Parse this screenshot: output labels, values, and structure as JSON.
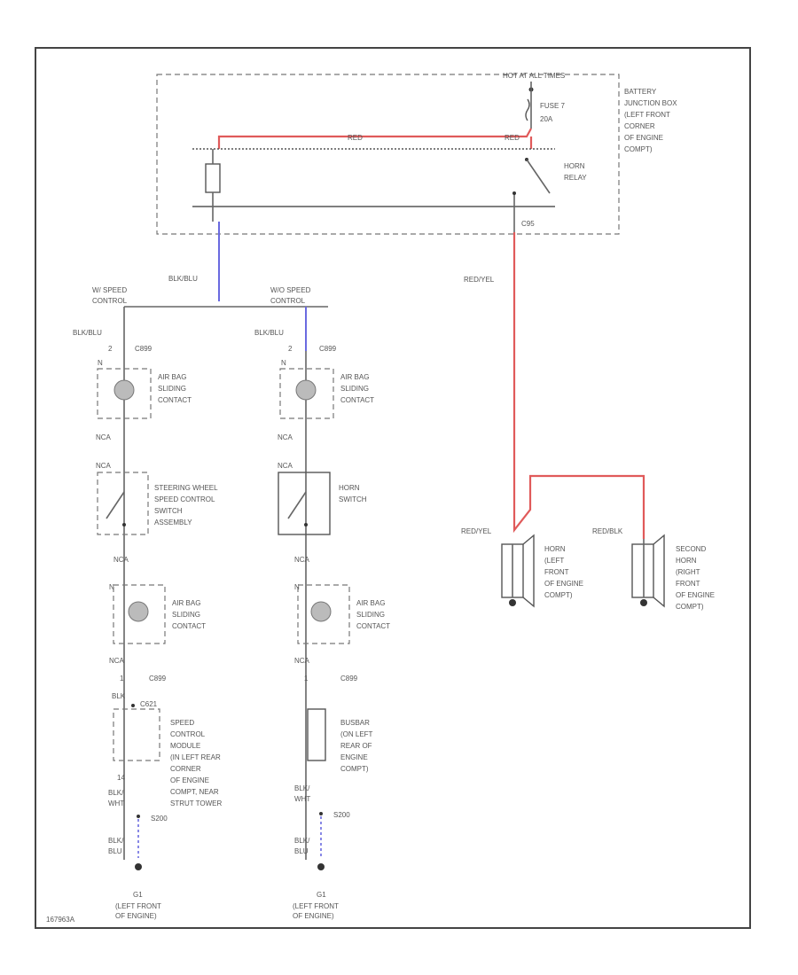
{
  "junction_box": {
    "hot_label": "HOT AT ALL TIMES",
    "fuse_line1": "FUSE 7",
    "fuse_line2": "20A",
    "title_lines": [
      "BATTERY",
      "JUNCTION BOX",
      "(LEFT FRONT",
      "CORNER",
      "OF ENGINE",
      "COMPT)"
    ],
    "relay_label_lines": [
      "HORN",
      "RELAY"
    ],
    "red_wire_label": "RED",
    "red_wire_label2": "RED",
    "connector_c95": "C95"
  },
  "wires": {
    "blk_blu_top": "BLK/BLU",
    "red_yel_top": "RED/YEL",
    "w_speed_control": [
      "W/ SPEED",
      "CONTROL"
    ],
    "wo_speed_control": [
      "W/O SPEED",
      "CONTROL"
    ],
    "blk_blu_left": "BLK/BLU",
    "blk_blu_right": "BLK/BLU"
  },
  "left_column": {
    "pin_top": "2",
    "connector_top": "C899",
    "pin_n": "N",
    "airbag_top": [
      "AIR BAG",
      "SLIDING",
      "CONTACT"
    ],
    "nca_1": "NCA",
    "nca_2": "NCA",
    "switch_label": [
      "STEERING WHEEL",
      "SPEED CONTROL",
      "SWITCH",
      "ASSEMBLY"
    ],
    "nca_3": "NCA",
    "airbag_bottom": [
      "AIR BAG",
      "SLIDING",
      "CONTACT"
    ],
    "nca_4": "NCA",
    "pin_1": "1",
    "connector_mid": "C899",
    "wire_blk": "BLK",
    "connector_c621": "C621",
    "module_label": [
      "SPEED",
      "CONTROL",
      "MODULE",
      "(IN LEFT REAR",
      "CORNER",
      "OF ENGINE",
      "COMPT, NEAR",
      "STRUT TOWER"
    ],
    "pin_14": "14",
    "wire_blk_wht": [
      "BLK/",
      "WHT"
    ],
    "splice": "S200",
    "wire_blk_blu": [
      "BLK/",
      "BLU"
    ],
    "ground_id": "G1",
    "ground_label": [
      "(LEFT FRONT",
      "OF ENGINE)"
    ]
  },
  "right_column": {
    "pin_top": "2",
    "connector_top": "C899",
    "pin_n": "N",
    "airbag_top": [
      "AIR BAG",
      "SLIDING",
      "CONTACT"
    ],
    "nca_1": "NCA",
    "nca_2": "NCA",
    "switch_label": [
      "HORN",
      "SWITCH"
    ],
    "nca_3": "NCA",
    "airbag_bottom": [
      "AIR BAG",
      "SLIDING",
      "CONTACT"
    ],
    "nca_4": "NCA",
    "pin_1": "1",
    "connector_mid": "C899",
    "busbar_label": [
      "BUSBAR",
      "(ON LEFT",
      "REAR OF",
      "ENGINE",
      "COMPT)"
    ],
    "wire_blk_wht": [
      "BLK/",
      "WHT"
    ],
    "splice": "S200",
    "wire_blk_blu": [
      "BLK/",
      "BLU"
    ],
    "ground_id": "G1",
    "ground_label": [
      "(LEFT FRONT",
      "OF ENGINE)"
    ]
  },
  "horns": {
    "wire_red_yel": "RED/YEL",
    "wire_red_blk": "RED/BLK",
    "horn_left": [
      "HORN",
      "(LEFT",
      "FRONT",
      "OF ENGINE",
      "COMPT)"
    ],
    "horn_right": [
      "SECOND",
      "HORN",
      "(RIGHT",
      "FRONT",
      "OF ENGINE",
      "COMPT)"
    ]
  },
  "footer_code": "167963A"
}
